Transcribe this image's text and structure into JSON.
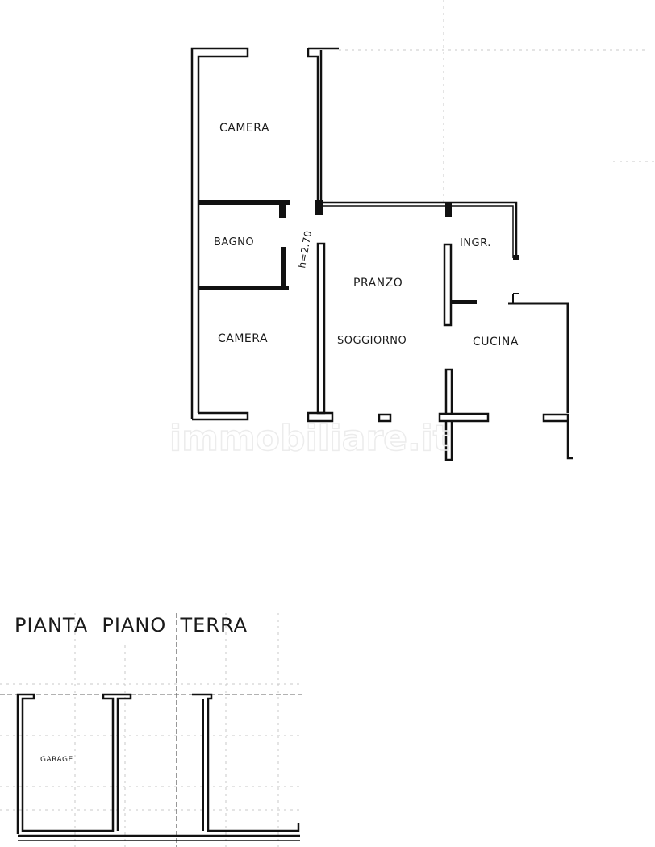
{
  "floor_plan_upper": {
    "rooms": {
      "camera_top": "CAMERA",
      "bagno": "BAGNO",
      "camera_bottom": "CAMERA",
      "pranzo": "PRANZO",
      "soggiorno": "SOGGIORNO",
      "ingresso": "INGR.",
      "cucina": "CUCINA"
    },
    "ceiling_height": "h=2.70"
  },
  "watermark": "immobiliare.it",
  "floor_plan_ground": {
    "title": "PIANTA  PIANO  TERRA",
    "rooms": {
      "garage": "GARAGE"
    }
  },
  "colors": {
    "ink": "#111111",
    "paper": "#ffffff",
    "grid": "#c8c8c8"
  }
}
